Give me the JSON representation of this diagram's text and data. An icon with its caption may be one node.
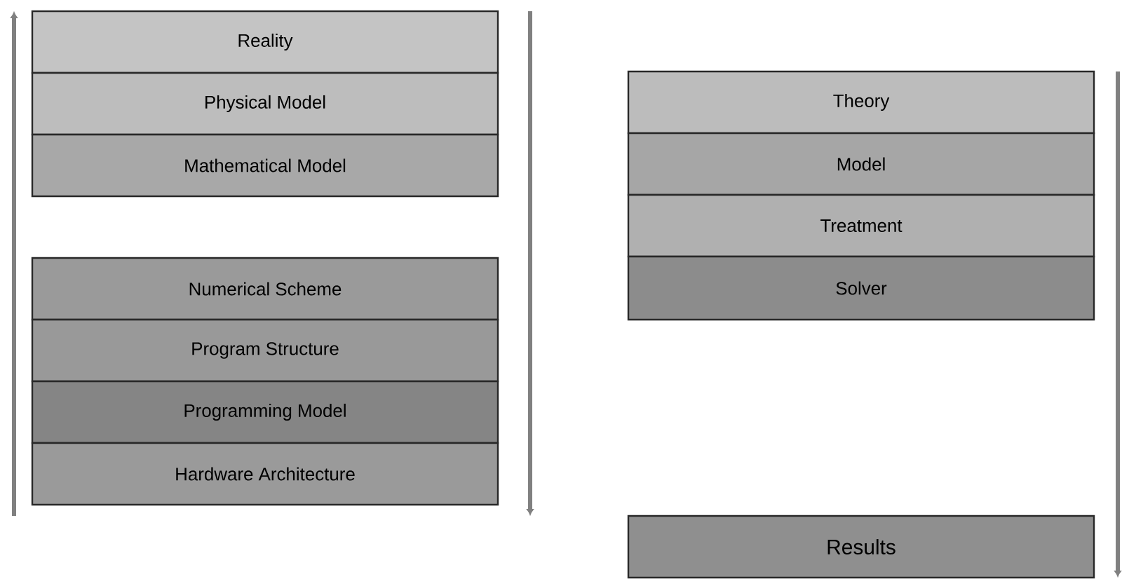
{
  "diagram": {
    "nodes": [
      {
        "text": [
          "Reality"
        ]
      },
      {
        "text": [
          "Physical Model"
        ]
      },
      {
        "text": [
          "Mathematical Model"
        ]
      },
      {
        "text": [
          "Numerical Scheme"
        ]
      },
      {
        "text": [
          "Program Structure"
        ]
      },
      {
        "text": [
          "Programming Model"
        ]
      },
      {
        "text": [
          "Hardware Architecture"
        ]
      },
      {
        "text": [
          "Theory"
        ]
      },
      {
        "text": [
          "Model"
        ]
      },
      {
        "text": [
          "Treatment"
        ]
      },
      {
        "text": [
          "Solver"
        ]
      },
      {
        "text": [
          "Results"
        ]
      }
    ]
  }
}
